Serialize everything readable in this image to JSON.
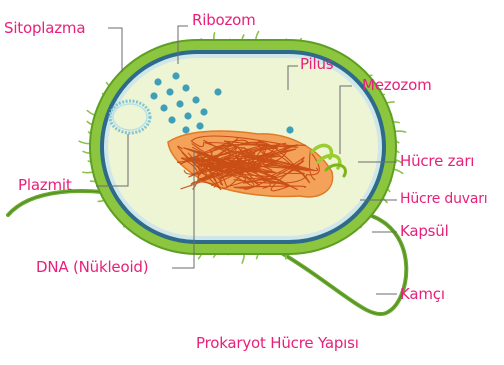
{
  "labels": {
    "sitoplazma": "Sitoplazma",
    "ribozom": "Ribozom",
    "pilus": "Pilus",
    "mezozom": "Mezozom",
    "hucre_zari": "Hücre zarı",
    "hucre_duvari": "Hücre duvarı",
    "kapsul": "Kapsül",
    "kamci": "Kamçı",
    "plazmit": "Plazmit",
    "dna": "DNA (Nükleoid)"
  },
  "caption": "Prokaryot Hücre Yapısı",
  "colors": {
    "label": "#e8207a",
    "pilus": "#8bc34a",
    "capsule": "#6aa82e",
    "wall": "#2e6b8a",
    "membrane": "#cfe6ea",
    "cytoplasm": "#eef5d4",
    "ribosome": "#3f9fb8",
    "nucleoid_fill": "#f4a259",
    "nucleoid_line": "#c2410c",
    "mesosome": "#9acd32"
  }
}
